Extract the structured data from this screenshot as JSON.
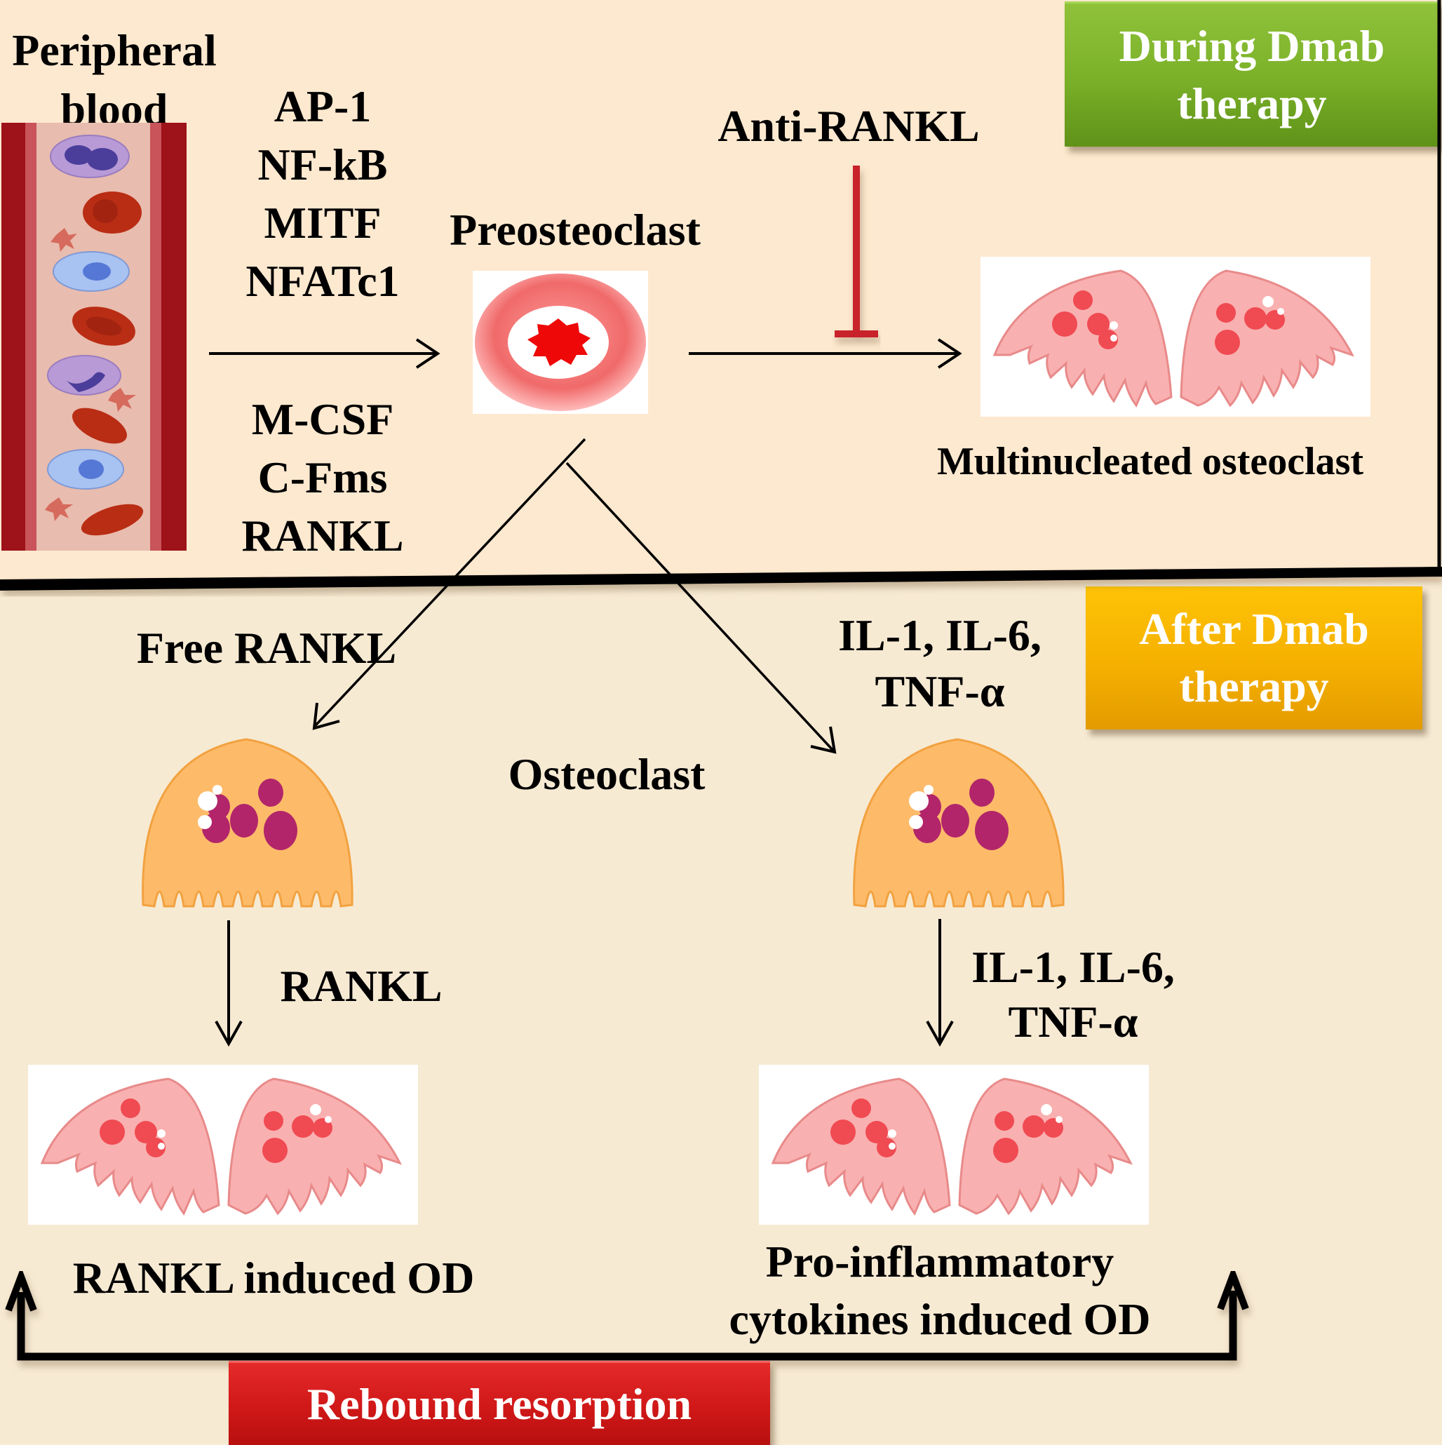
{
  "diagram": {
    "title_panels": {
      "during": {
        "label_line1": "During Dmab",
        "label_line2": "therapy",
        "color": "#7cb22a"
      },
      "after": {
        "label_line1": "After Dmab",
        "label_line2": "therapy",
        "color": "#f5b000"
      }
    },
    "peripheral_blood": {
      "line1": "Peripheral",
      "line2": "blood"
    },
    "transcription_factors": [
      "AP-1",
      "NF-kB",
      "MITF",
      "NFATc1"
    ],
    "cytokines_receptors": [
      "M-CSF",
      "C-Fms",
      "RANKL"
    ],
    "preosteoclast_label": "Preosteoclast",
    "anti_rankl_label": "Anti-RANKL",
    "inhibitor_color": "#c8202a",
    "multinucleated_label": "Multinucleated osteoclast",
    "free_rankl_label": "Free RANKL",
    "cytokines_top": {
      "line1": "IL-1, IL-6,",
      "line2": "TNF-α"
    },
    "osteoclast_label": "Osteoclast",
    "rankl_arrow_label": "RANKL",
    "cytokines_bottom": {
      "line1": "IL-1, IL-6,",
      "line2": "TNF-α"
    },
    "rankl_od_label": "RANKL induced OD",
    "proinflam_od": {
      "line1": "Pro-inflammatory",
      "line2": "cytokines induced OD"
    },
    "rebound_label": "Rebound resorption",
    "rebound_color": "#d01818"
  }
}
